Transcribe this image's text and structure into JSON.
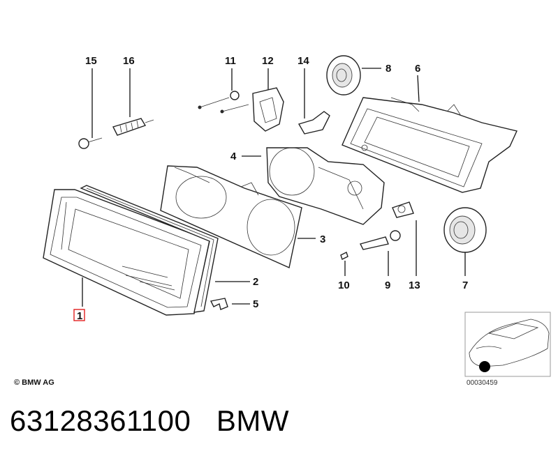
{
  "callouts": {
    "c1": "1",
    "c2": "2",
    "c3": "3",
    "c4": "4",
    "c5": "5",
    "c6": "6",
    "c7": "7",
    "c8": "8",
    "c9": "9",
    "c10": "10",
    "c11": "11",
    "c12": "12",
    "c13": "13",
    "c14": "14",
    "c15": "15",
    "c16": "16"
  },
  "copyright": "© BMW AG",
  "image_id": "00030459",
  "footer": {
    "part_number": "63128361100",
    "brand": "BMW"
  },
  "colors": {
    "highlight": "#e02020",
    "line": "#111111"
  }
}
